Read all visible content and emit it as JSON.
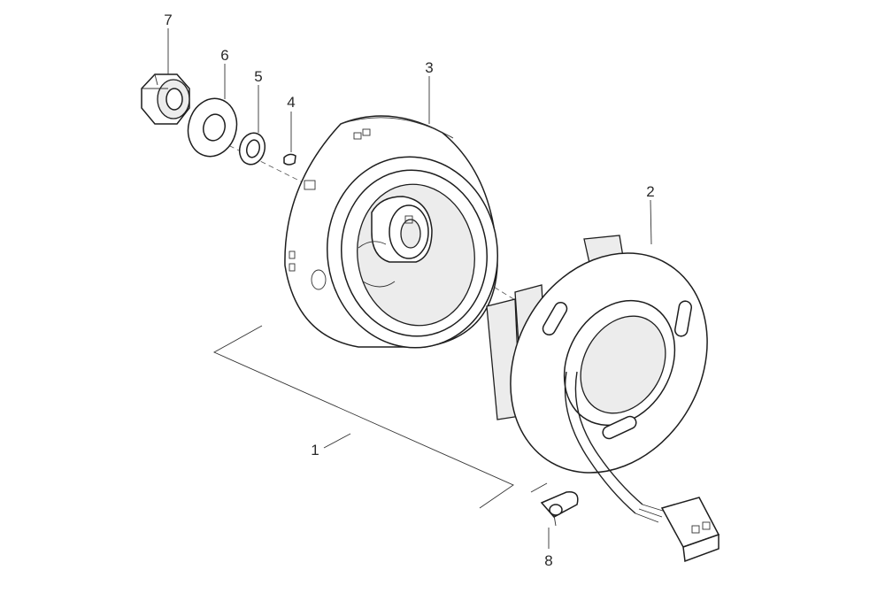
{
  "callouts": [
    {
      "id": "1",
      "label": "1"
    },
    {
      "id": "2",
      "label": "2"
    },
    {
      "id": "3",
      "label": "3"
    },
    {
      "id": "4",
      "label": "4"
    },
    {
      "id": "5",
      "label": "5"
    },
    {
      "id": "6",
      "label": "6"
    },
    {
      "id": "7",
      "label": "7"
    },
    {
      "id": "8",
      "label": "8"
    }
  ],
  "colors": {
    "line": "#1e1e1e",
    "background": "#ffffff",
    "shade": "#ececec"
  }
}
